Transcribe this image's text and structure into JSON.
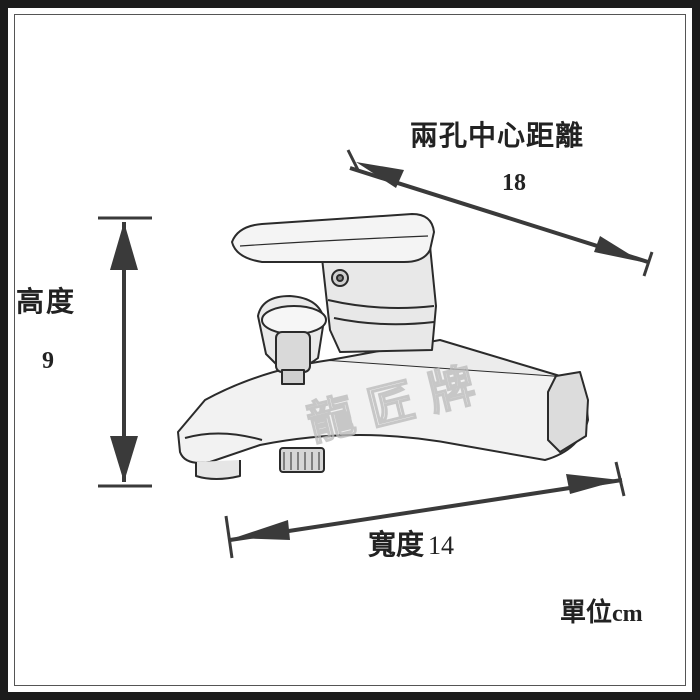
{
  "labels": {
    "center_distance_title": "兩孔中心距離",
    "center_distance_value": "18",
    "height_title": "高度",
    "height_value": "9",
    "width_title": "寬度",
    "width_value": "14",
    "unit_prefix": "單位",
    "unit": "cm"
  },
  "watermark": "龍 匠 牌",
  "icons": {
    "faucet": "bath-mixer-faucet-sketch",
    "arrow": "dimension-arrow"
  },
  "colors": {
    "frame": "#1c1c1c",
    "arrow": "#3a3a3a",
    "sketch": "#2b2b2b",
    "watermark": "#bdbdbd"
  }
}
